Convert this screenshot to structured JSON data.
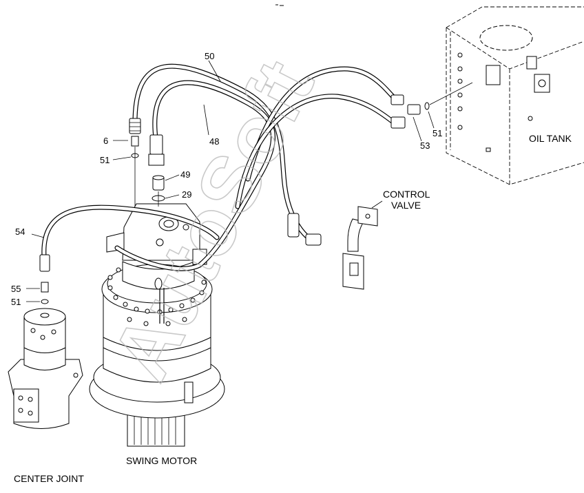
{
  "labels": {
    "p50": "50",
    "p48": "48",
    "p6": "6",
    "p51a": "51",
    "p49": "49",
    "p29": "29",
    "p54": "54",
    "p55": "55",
    "p51b": "51",
    "p51c": "51",
    "p53": "53"
  },
  "components": {
    "oil_tank": "OIL TANK",
    "control_valve_line1": "CONTROL",
    "control_valve_line2": "VALVE",
    "swing_motor": "SWING MOTOR",
    "center_joint": "CENTER JOINT"
  },
  "watermark": "AutoSoft"
}
